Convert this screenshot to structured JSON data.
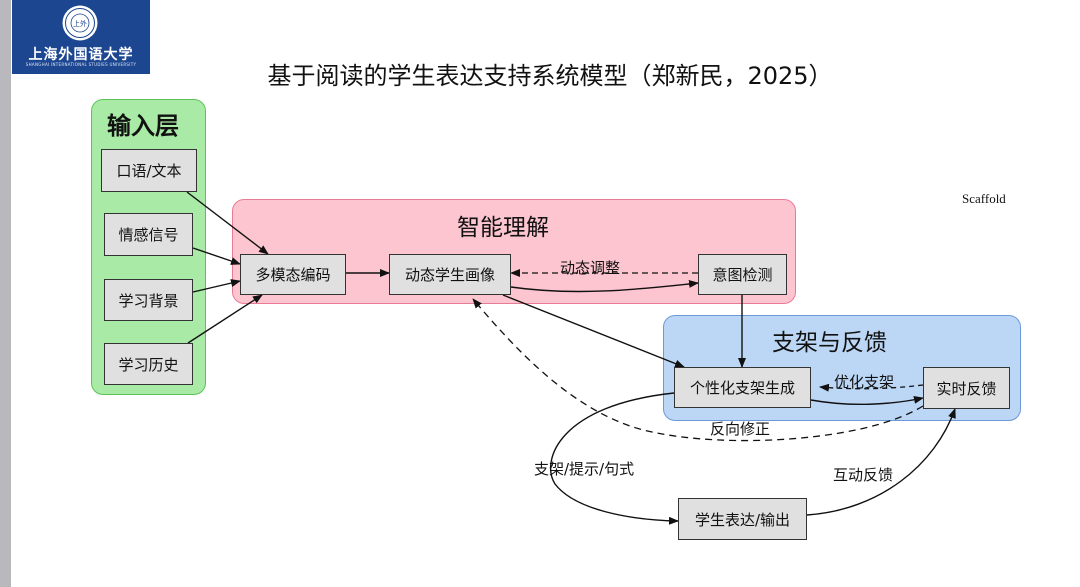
{
  "logo": {
    "emblem_text": "上外",
    "name": "上海外国语大学",
    "subtitle": "SHANGHAI INTERNATIONAL STUDIES UNIVERSITY"
  },
  "title": "基于阅读的学生表达支持系统模型（郑新民，2025）",
  "side_note": "Scaffold",
  "regions": {
    "input": "输入层",
    "understanding": "智能理解",
    "scaffold": "支架与反馈"
  },
  "nodes": {
    "speech_text": "口语/文本",
    "emotion_signal": "情感信号",
    "learning_background": "学习背景",
    "learning_history": "学习历史",
    "multimodal_encoding": "多模态编码",
    "dynamic_portrait": "动态学生画像",
    "intent_detection": "意图检测",
    "personalized_scaffold": "个性化支架生成",
    "realtime_feedback": "实时反馈",
    "student_output": "学生表达/输出"
  },
  "edge_labels": {
    "dynamic_adjust": "动态调整",
    "optimize_scaffold": "优化支架",
    "reverse_correction": "反向修正",
    "scaffold_hint_pattern": "支架/提示/句式",
    "interactive_feedback": "互动反馈"
  },
  "colors": {
    "logo_bg": "#1d4690",
    "input_layer_fill": "#a9eaa6",
    "understanding_fill": "#fcc5d0",
    "scaffold_fill": "#bcd6f5",
    "node_fill": "#e0e0e0"
  }
}
